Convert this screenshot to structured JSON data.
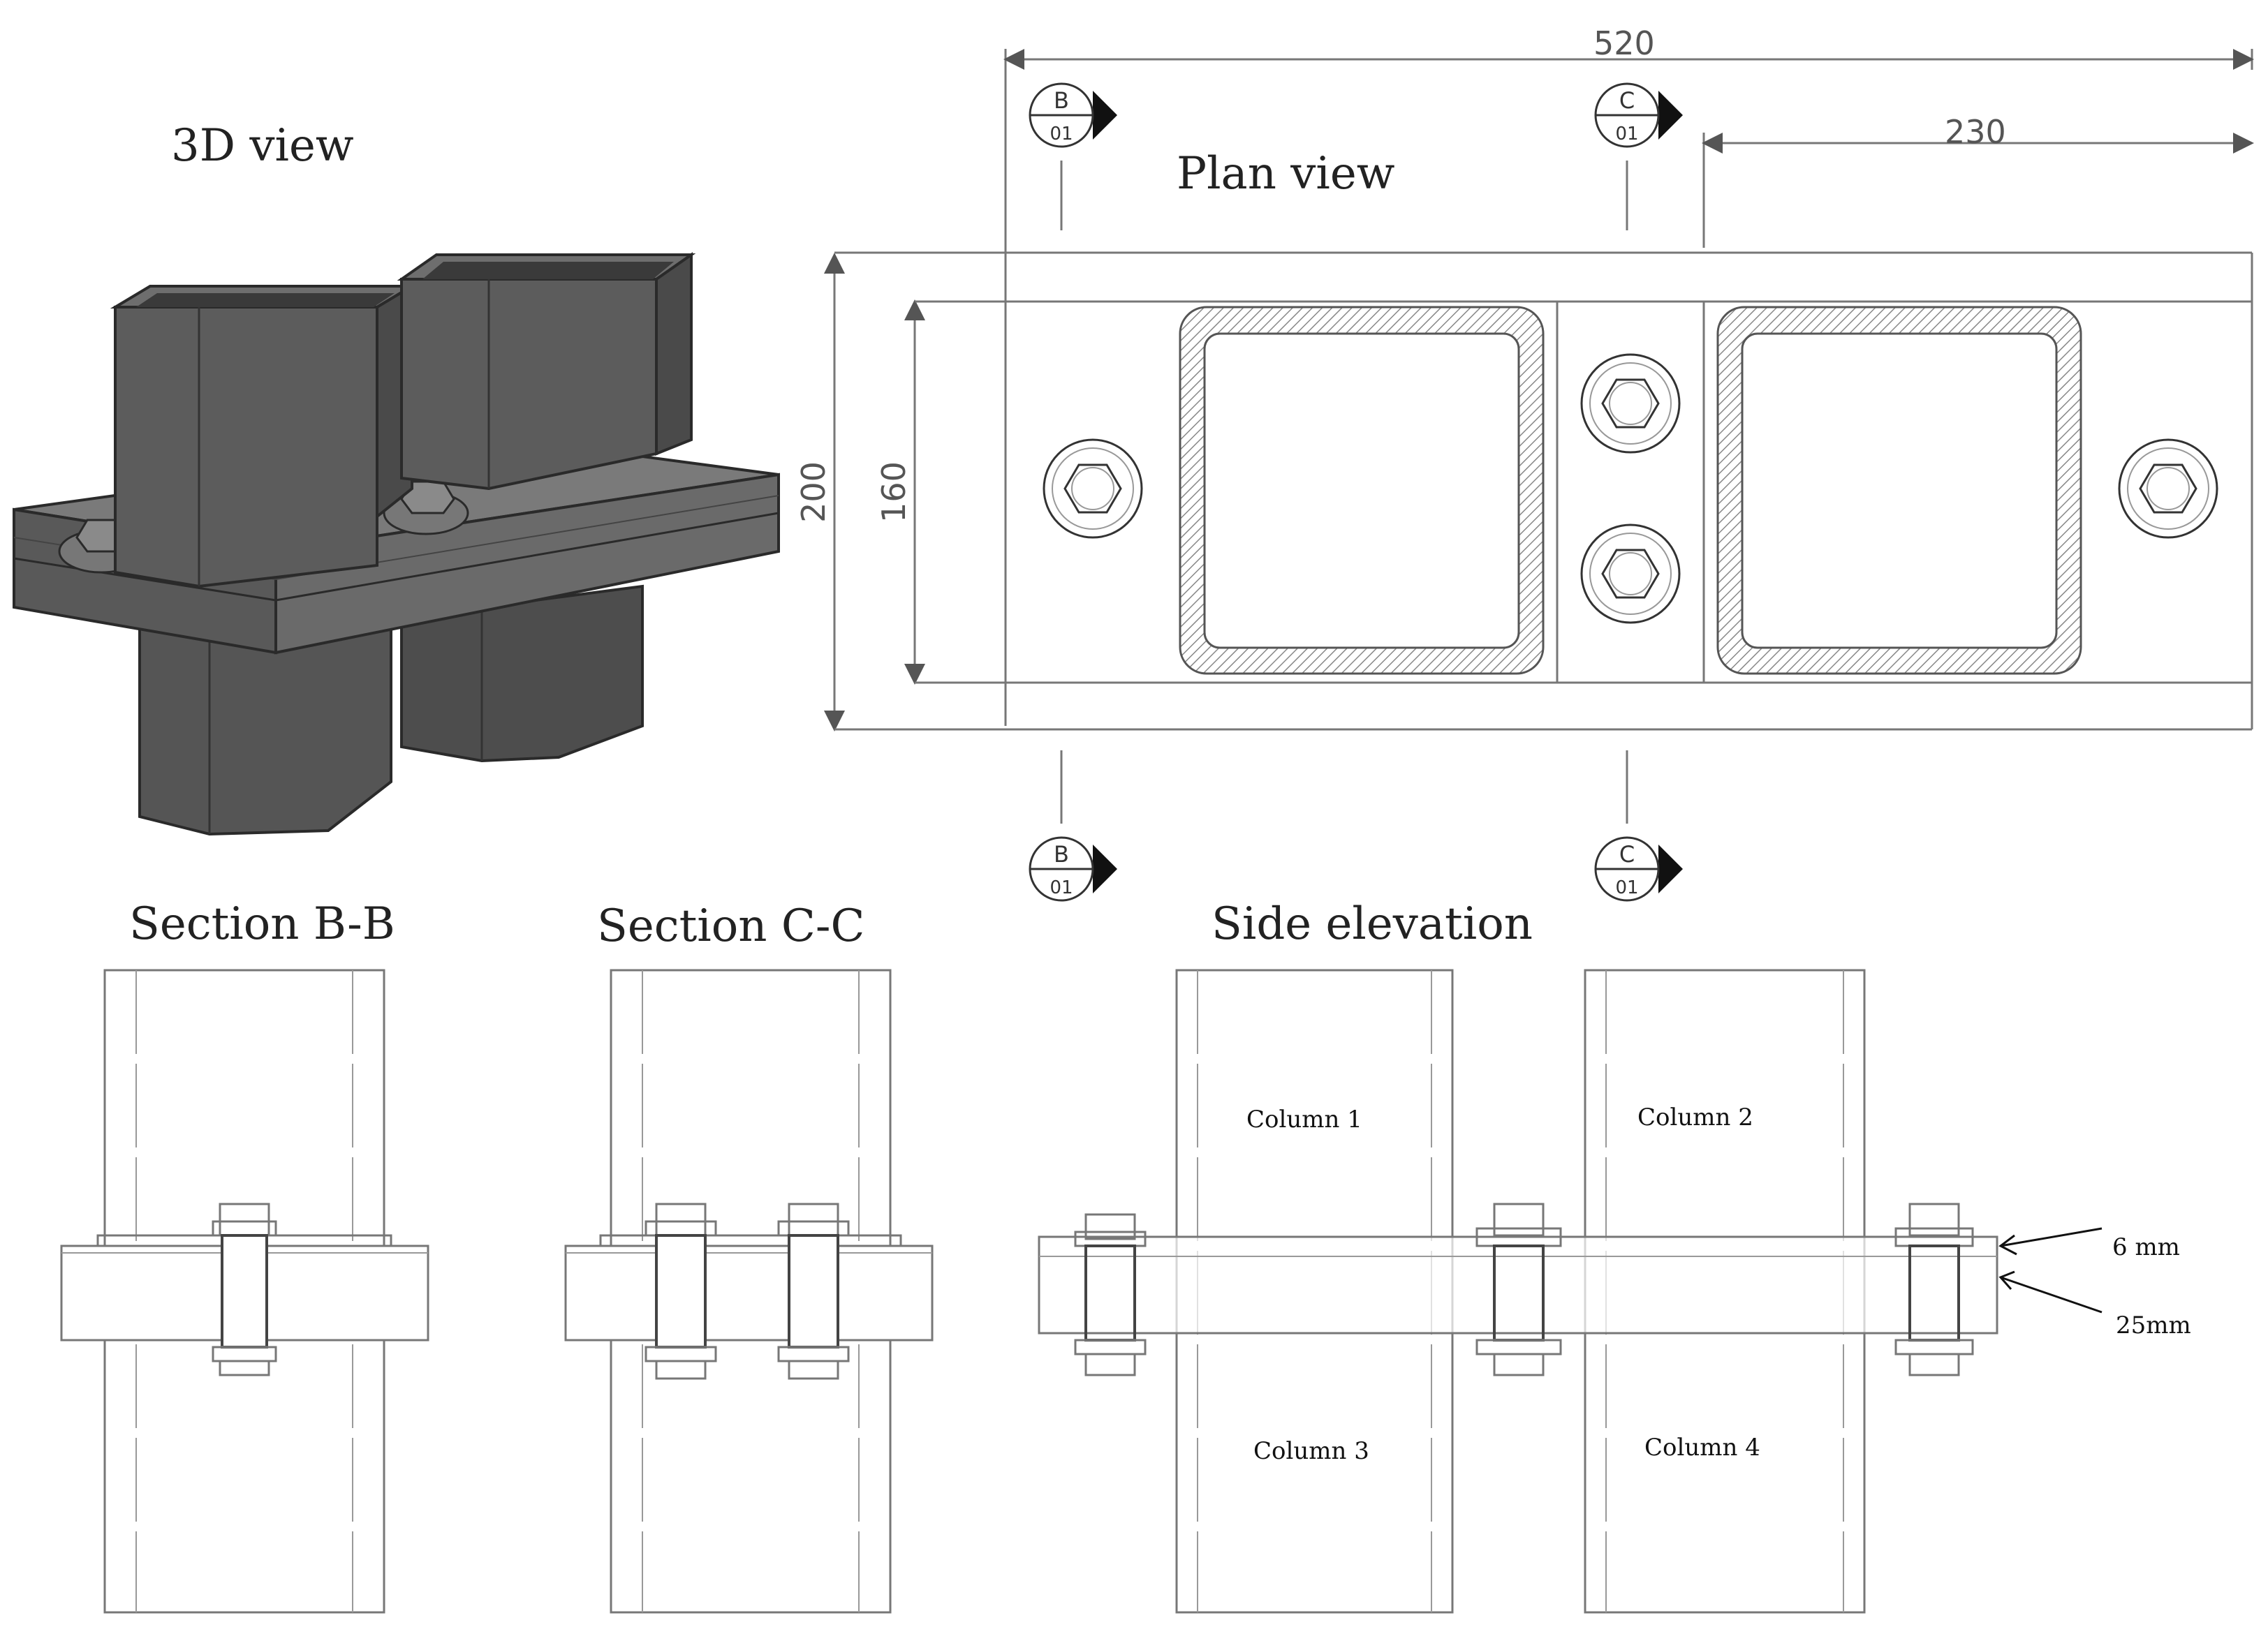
{
  "titles": {
    "view3d": "3D view",
    "plan": "Plan view",
    "section_b": "Section B-B",
    "section_c": "Section C-C",
    "side": "Side elevation"
  },
  "dimensions": {
    "total_length": "520",
    "half_length": "230",
    "plate_width": "200",
    "inner_width": "160"
  },
  "section_markers": {
    "b_letter": "B",
    "c_letter": "C",
    "sheet": "01"
  },
  "columns": {
    "c1": "Column 1",
    "c2": "Column 2",
    "c3": "Column 3",
    "c4": "Column 4"
  },
  "plate_thickness": {
    "top": "6 mm",
    "bottom": "25mm"
  }
}
